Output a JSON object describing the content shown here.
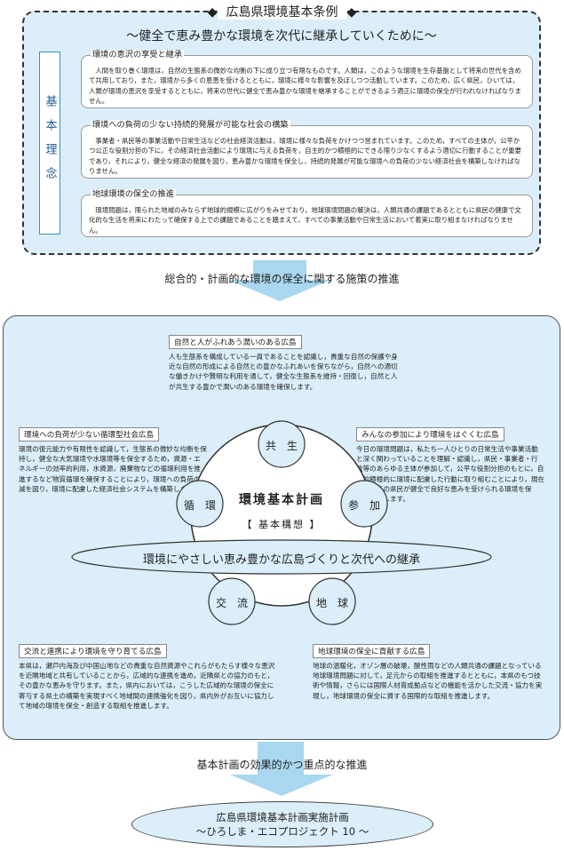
{
  "ordinance": {
    "title": "広島県環境基本条例",
    "subtitle": "～健全で恵み豊かな環境を次代に継承していくために～",
    "basic_label": "基本理念",
    "principles": [
      {
        "title": "環境の恵沢の享受と継承",
        "text": "人間を取り巻く環境は，自然の生態系の微妙な均衡の下に成り立つ有限なものです。人類は，このような環境を生存基盤として将来の世代を含めて共用しており，また，環境から多くの恩恵を受けるとともに，環境に様々な影響を及ぼしつつ活動しています。このため，広く県民，ひいては，人類が環境の恵沢を享受するとともに，将来の世代に健全で恵み豊かな環境を継承することができるよう適正に環境の保全が行われなければなりません。"
      },
      {
        "title": "環境への負荷の少ない持続的発展が可能な社会の構築",
        "text": "事業者・県民等の事業活動や日常生活などの社会経済活動は，環境に様々な負荷をかけつつ営まれています。このため，すべての主体が，公平かつ公正な役割分担の下に，その経済社会活動により環境に与える負荷を，自主的かつ積極的にできる限り少なくするよう適切に行動することが重要であり，それにより，健全な経済の発展を図り，恵み豊かな環境を保全し，持続的発展が可能な環境への負荷の少ない経済社会を構築しなければなりません。"
      },
      {
        "title": "地球環境の保全の推進",
        "text": "環境問題は，限られた地域のみならず地球的規模に広がりをみせており，地球環境問題の解決は，人類共通の課題であるとともに県民の健康で文化的な生活を将来にわたって確保する上での課題であることを踏まえて，すべての事業活動や日常生活において着実に取り組まなければなりません。"
      }
    ]
  },
  "arrow1_label": "総合的・計画的な環境の保全に関する施策の推進",
  "plan": {
    "center_title": "環境基本計画",
    "center_subtitle": "【 基本構想 】",
    "slogan": "環境にやさしい恵み豊かな広島づくりと次代への継承",
    "nodes": {
      "kyosei": "共　生",
      "sanka": "参　加",
      "junkan": "循　環",
      "koryu": "交　流",
      "chikyu": "地　球"
    },
    "goals": {
      "nature": {
        "title": "自然と人がふれあう潤いのある広島",
        "text": "人も生態系を構成している一員であることを認識し，貴重な自然の保護や身近な自然の形成による自然との豊かなふれあいを保ちながら，自然への適切な働きかけや賢明な利用を通して，健全な生態系を維持・回復し，自然と人が共生する豊かで潤いのある環境を確保します。"
      },
      "recycle": {
        "title": "環境への負荷が少ない循環型社会広島",
        "text": "環境の復元能力や有限性を認識して，生態系の微妙な均衡を保持し，健全な大気環境や水環境等を保全するため，資源・エネルギーの効率的利用，水資源，廃棄物などの循環利用を推進するなど物質循環を確保することにより，環境への負荷の低減を図り，環境に配慮した経済社会システムを構築します。"
      },
      "participation": {
        "title": "みんなの参加により環境をはぐくむ広島",
        "text": "今日の環境問題は，私たち一人ひとりの日常生活や事業活動と深く関わっていることを理解・認識し，県民・事業者・行政等のあらゆる主体が参加して，公平な役割分担のもとに，自主的積極的に環境に配慮した行動に取り組むことにより，現在及び将来の県民が健全で良好な恵みを受けられる環境を保全・創造します。"
      },
      "exchange": {
        "title": "交流と連携により環境を守り育てる広島",
        "text": "本県は，瀬戸内海及び中国山地などの貴重な自然資源やこれらがもたらす様々な恵沢を近隣地域と共有していることから，広域的な連携を進め，近隣県との協力のもと，その豊かな恵みを守ります。また，県内においては，こうした広域的な環境の保全に寄与する県土の構築を実現すべく地域間の連携強化を図り，県内外がお互いに協力して地域の環境を保全・創造する取組を推進します。"
      },
      "global": {
        "title": "地球環境の保全に貢献する広島",
        "text": "地球の温暖化，オゾン層の破壊，酸性雨などの人類共通の課題となっている地球環境問題に対して，足元からの取組を推進するとともに，本県のもつ技術や情報，さらには国際人材育成拠点などの機能を活かした交流・協力を実現し，地球環境の保全に資する国際的な取組を推進します。"
      }
    }
  },
  "arrow2_label": "基本計画の効果的かつ重点的な推進",
  "implementation": {
    "line1": "広島県環境基本計画実施計画",
    "line2": "～ひろしま・エコプロジェクト 10 ～"
  }
}
